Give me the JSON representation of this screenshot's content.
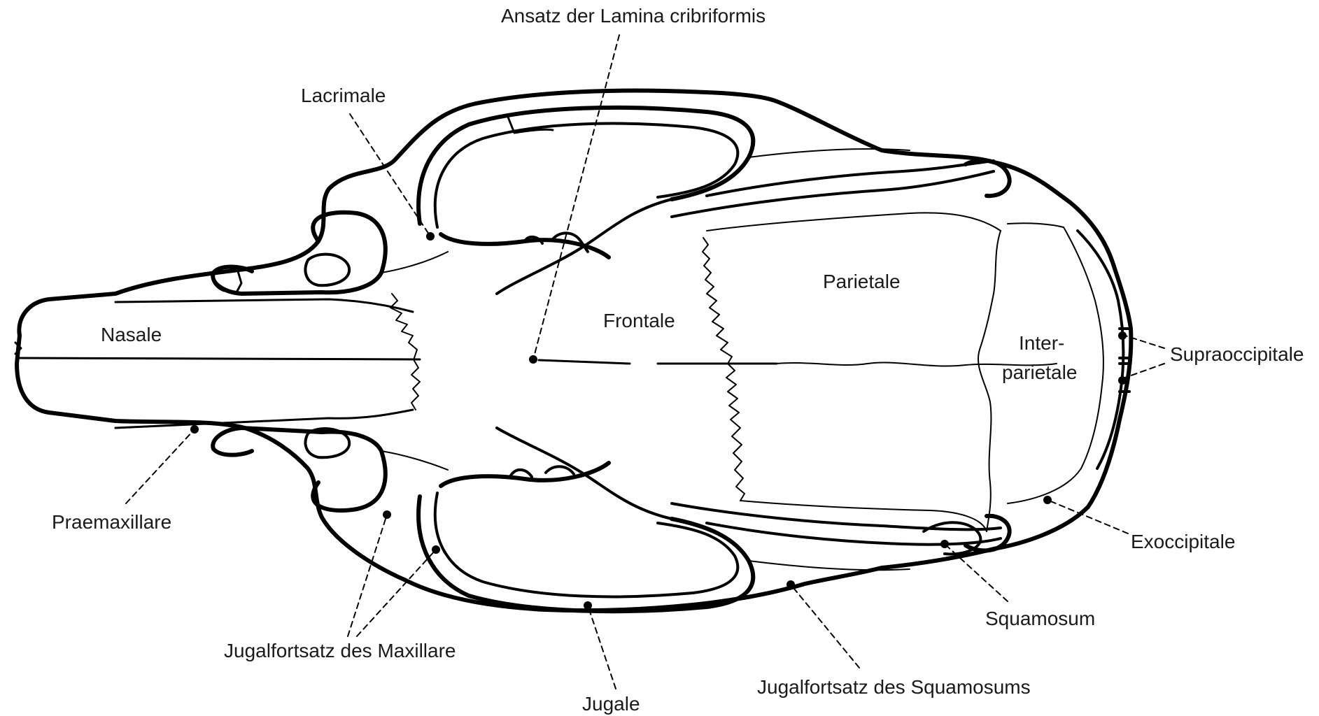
{
  "diagram": {
    "labels": {
      "lamina": "Ansatz der Lamina cribriformis",
      "lacrimale": "Lacrimale",
      "nasale": "Nasale",
      "frontale": "Frontale",
      "parietale": "Parietale",
      "interparietale_1": "Inter-",
      "interparietale_2": "parietale",
      "supraoccipitale": "Supraoccipitale",
      "praemaxillare": "Praemaxillare",
      "exoccipitale": "Exoccipitale",
      "squamosum": "Squamosum",
      "jugalfortsatz_maxillare": "Jugalfortsatz des Maxillare",
      "jugale": "Jugale",
      "jugalfortsatz_squamosum": "Jugalfortsatz des Squamosums"
    },
    "colors": {
      "stroke": "#000000",
      "text": "#1a1a1a",
      "background": "#ffffff"
    }
  }
}
